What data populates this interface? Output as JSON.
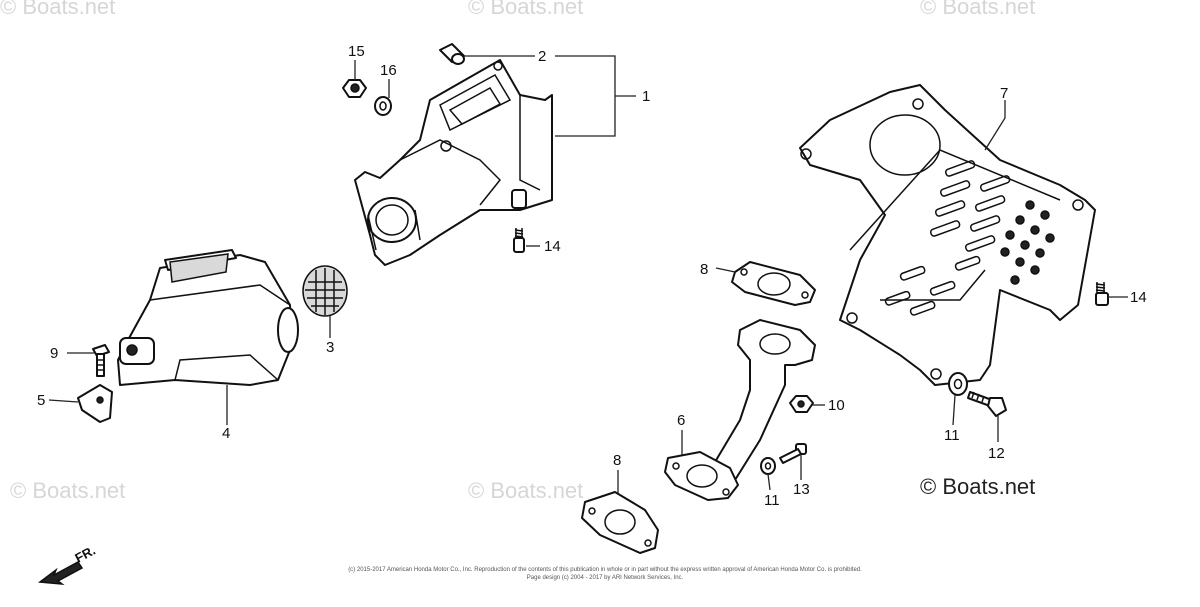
{
  "watermark": "© Boats.net",
  "copyright": "© Boats.net",
  "footer": {
    "line1": "(c) 2015-2017 American Honda Motor Co., Inc. Reproduction of the contents of this publication in whole or in part without the express written approval of American Honda Motor Co. is prohibited.",
    "line2": "Page design (c) 2004 - 2017 by ARI Network Services, Inc."
  },
  "direction_label": "FR.",
  "callouts": {
    "c1": "1",
    "c2": "2",
    "c3": "3",
    "c4": "4",
    "c5": "5",
    "c6": "6",
    "c7": "7",
    "c8a": "8",
    "c8b": "8",
    "c9": "9",
    "c10": "10",
    "c11a": "11",
    "c11b": "11",
    "c12": "12",
    "c13": "13",
    "c14a": "14",
    "c14b": "14",
    "c15": "15",
    "c16": "16"
  }
}
